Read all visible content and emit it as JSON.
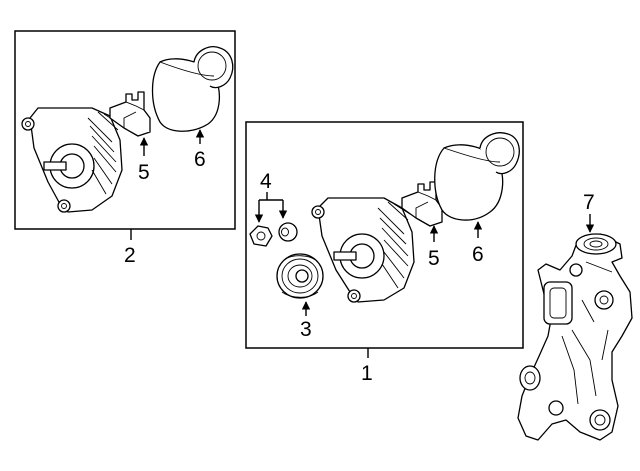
{
  "callouts": {
    "c1": "1",
    "c2": "2",
    "c3": "3",
    "c4": "4",
    "c5a": "5",
    "c6a": "6",
    "c5b": "5",
    "c6b": "6",
    "c7": "7"
  },
  "colors": {
    "line": "#000000",
    "background": "#ffffff"
  }
}
